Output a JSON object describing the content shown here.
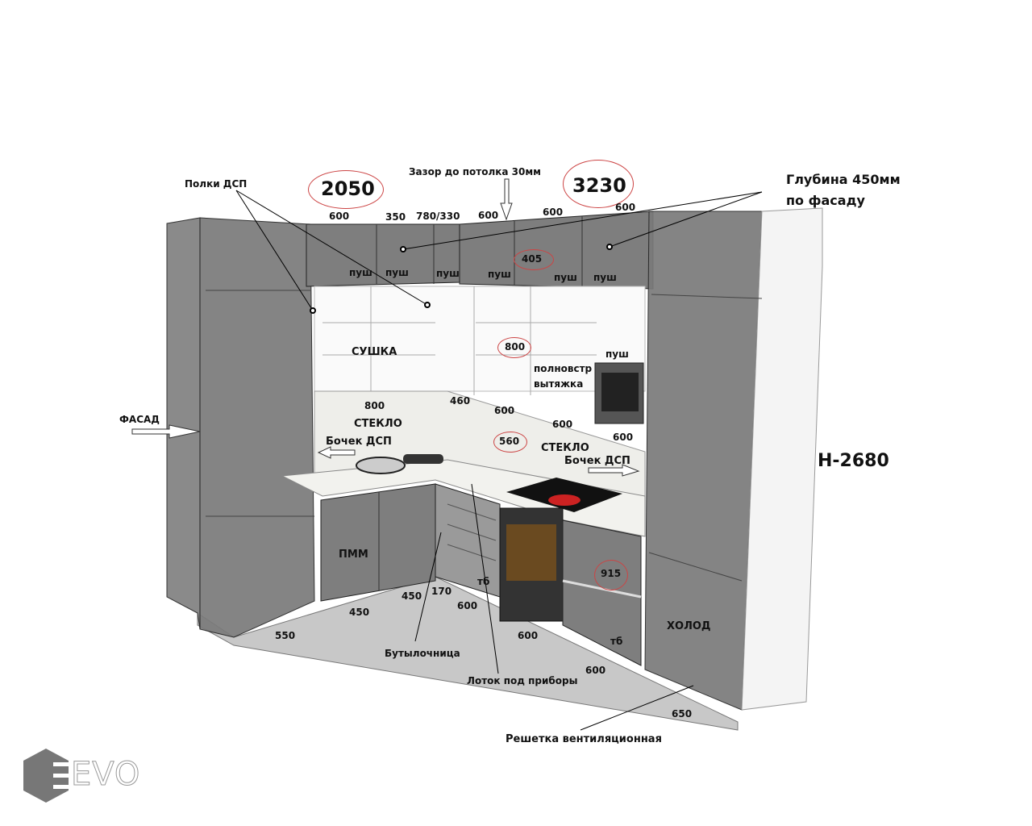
{
  "title_dimensions": {
    "left_run": "2050",
    "right_run": "3230",
    "height": "H-2680"
  },
  "annotations": {
    "ceiling_gap": "Зазор до потолка 30мм",
    "depth_line1": "Глубина 450мм",
    "depth_line2": "по фасаду",
    "shelves": "Полки ДСП",
    "facade": "ФАСАД",
    "dryer": "СУШКА",
    "glass_left": "СТЕКЛО",
    "glass_right": "СТЕКЛО",
    "side_panel_left": "Бочек ДСП",
    "side_panel_right": "Бочек ДСП",
    "hood": "полновстр",
    "hood2": "вытяжка",
    "dishwasher": "ПММ",
    "fridge": "ХОЛОД",
    "bottle_rack": "Бутылочница",
    "cutlery_tray": "Лоток под приборы",
    "vent_grille": "Решетка вентиляционная"
  },
  "upper_widths": [
    "600",
    "350",
    "780/330",
    "600",
    "600",
    "600"
  ],
  "push_labels": [
    "пуш",
    "пуш",
    "пуш",
    "пуш",
    "пуш",
    "пуш",
    "пуш"
  ],
  "circled": {
    "upper_height": "405",
    "wall_gap": "800",
    "backsplash_height": "560",
    "base_height": "915"
  },
  "backsplash_dims": {
    "left": "800",
    "corner": "460",
    "r1": "600",
    "r2": "600",
    "r3": "600"
  },
  "base_dims": {
    "tall_left": "550",
    "sink": "450",
    "corner_a": "450",
    "corner_b": "170",
    "oven": "600",
    "hob": "600",
    "drawer": "600",
    "tall_right": "650"
  },
  "tb_labels": [
    "тб",
    "тб"
  ],
  "logo": "EVO"
}
